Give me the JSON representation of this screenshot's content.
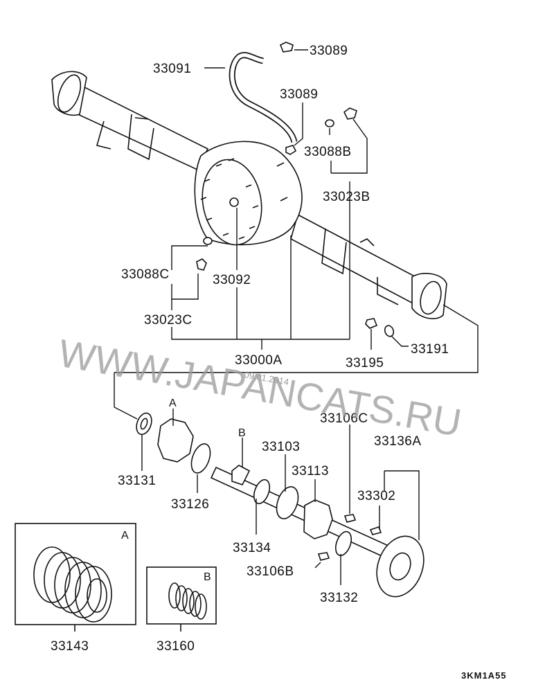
{
  "diagram": {
    "title": "Rear axle housing & axle shaft parts diagram",
    "reference_code": "3KM1A55",
    "watermark": {
      "text": "WWW.JAPANCATS.RU",
      "date": "09.01.2014"
    },
    "part_labels": {
      "p33089_top": "33089",
      "p33091": "33091",
      "p33089_mid": "33089",
      "p33088B": "33088B",
      "p33023B": "33023B",
      "p33088C": "33088C",
      "p33092": "33092",
      "p33023C": "33023C",
      "p33000A": "33000A",
      "p33195": "33195",
      "p33191": "33191",
      "p33106C": "33106C",
      "p33136A": "33136A",
      "p33103": "33103",
      "p33113": "33113",
      "p33302": "33302",
      "p33131": "33131",
      "p33126": "33126",
      "p33134": "33134",
      "p33106B": "33106B",
      "p33132": "33132",
      "p33143": "33143",
      "p33160": "33160"
    },
    "kit_letters": {
      "a_marker": "A",
      "b_marker": "B",
      "kit_a": "A",
      "kit_b": "B"
    }
  }
}
